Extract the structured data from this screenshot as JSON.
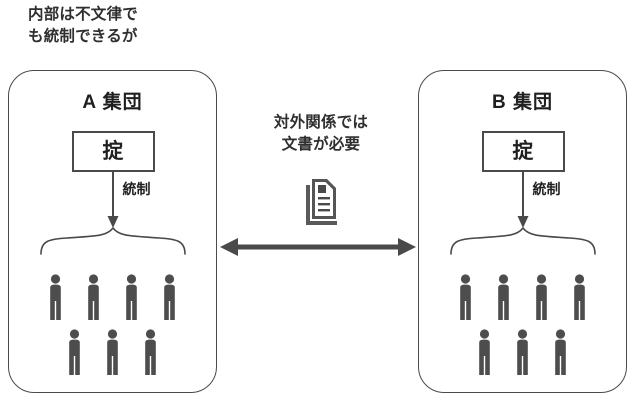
{
  "diagram": {
    "top_caption": "内部は不文律で\nも統制できるが",
    "center_caption": "対外関係では\n文書が必要",
    "document_icon_name": "document-icon",
    "link_arrow_name": "bidirectional-relation-arrow",
    "groups": [
      {
        "id": "a",
        "title": "A 集団",
        "rule_label": "掟",
        "control_label": "統制",
        "people_top_row": 4,
        "people_bottom_row": 3
      },
      {
        "id": "b",
        "title": "B 集団",
        "rule_label": "掟",
        "control_label": "統制",
        "people_top_row": 4,
        "people_bottom_row": 3
      }
    ],
    "colors": {
      "stroke": "#4a4a4a",
      "text": "#2f2f2f",
      "figure_fill": "#4d4d4d",
      "background": "#ffffff"
    }
  }
}
